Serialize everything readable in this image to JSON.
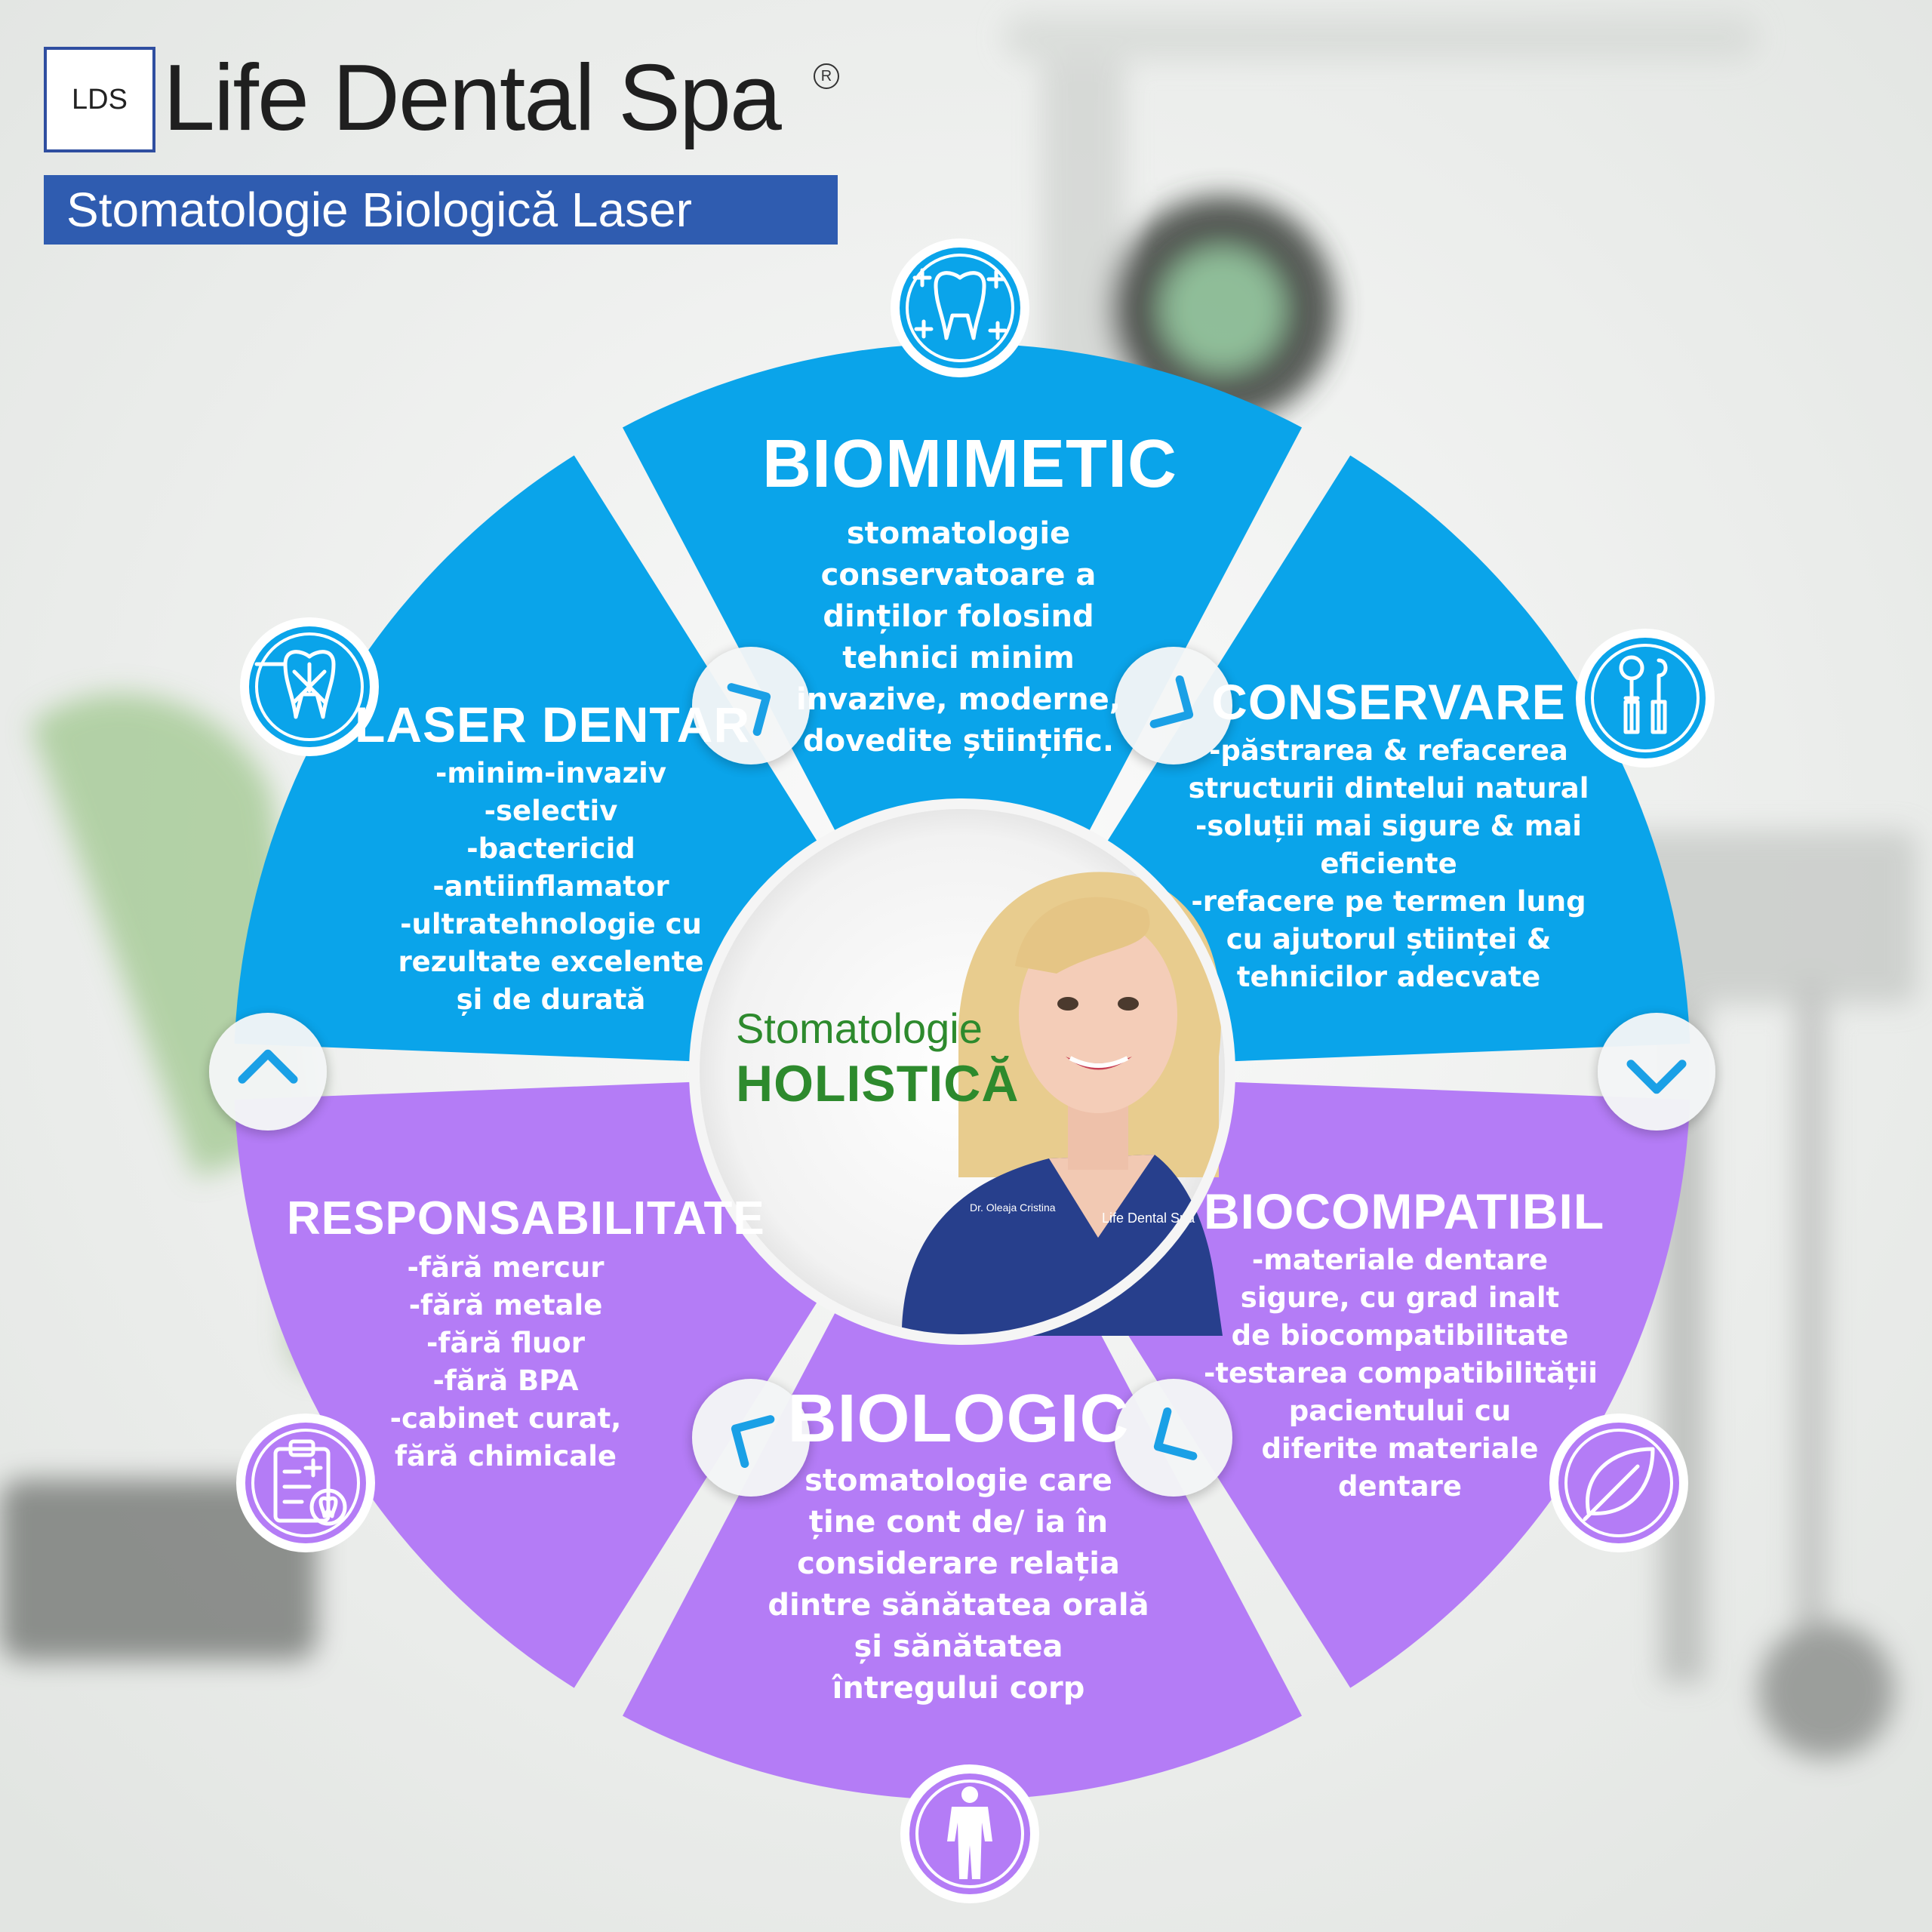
{
  "brand": {
    "logo_mark": "LDS",
    "name": "Life Dental Spa",
    "registered_mark": "R",
    "tagline": "Stomatologie Biologică Laser"
  },
  "center": {
    "label_line1": "Stomatologie",
    "label_line2": "HOLISTICĂ",
    "badge_name": "Dr. Oleaja Cristina",
    "badge_brand": "Life Dental Spa"
  },
  "segments": {
    "biomimetic": {
      "title": "BIOMIMETIC",
      "lines": [
        "stomatologie",
        "conservatoare a",
        "dinților folosind",
        "tehnici minim",
        "invazive, moderne,",
        "dovedite științific."
      ],
      "icon": "sparkling-tooth-icon"
    },
    "conservare": {
      "title": "CONSERVARE",
      "lines": [
        "-păstrarea & refacerea",
        "structurii dintelui natural",
        "-soluții mai sigure & mai",
        "eficiente",
        "-refacere pe termen lung",
        "cu ajutorul științei &",
        "tehnicilor adecvate"
      ],
      "icon": "dental-tools-icon"
    },
    "biocompatibil": {
      "title": "BIOCOMPATIBIL",
      "lines": [
        "-materiale dentare",
        "sigure, cu grad inalt",
        "de biocompatibilitate",
        "-testarea compatibilității",
        "pacientului cu",
        "diferite materiale",
        "dentare"
      ],
      "icon": "leaf-icon"
    },
    "biologic": {
      "title": "BIOLOGIC",
      "lines": [
        "stomatologie care",
        "ține cont de/ ia în",
        "considerare relația",
        "dintre sănătatea orală",
        "și sănătatea",
        "întregului corp"
      ],
      "icon": "human-body-icon"
    },
    "responsabilitate": {
      "title": "RESPONSABILITATE",
      "lines": [
        "-fără mercur",
        "-fără metale",
        "-fără fluor",
        "-fără BPA",
        "-cabinet curat,",
        "fără chimicale"
      ],
      "icon": "clipboard-tooth-icon"
    },
    "laser": {
      "title": "LASER DENTAR",
      "lines": [
        "-minim-invaziv",
        "-selectiv",
        "-bactericid",
        "-antiinflamator",
        "-ultratehnologie cu",
        "rezultate excelente",
        "și de durată"
      ],
      "icon": "laser-tooth-icon"
    }
  },
  "colors": {
    "blue": "#0aa4ea",
    "purple": "#b47cf6",
    "brand_blue": "#2f5cb0",
    "green": "#2d8a2d"
  }
}
